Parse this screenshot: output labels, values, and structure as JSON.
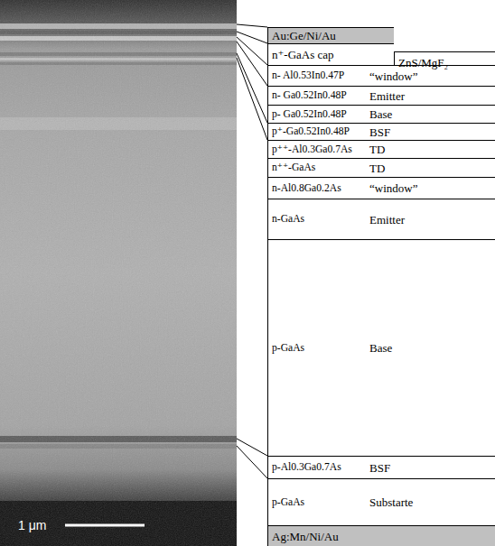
{
  "diagram": {
    "nodes": [
      {
        "text": [
          "Au:Ge/Ni/Au"
        ]
      },
      {
        "text": [
          "n⁺-GaAs cap"
        ]
      },
      {
        "text": [
          "ZnS/MgF₂"
        ]
      },
      {
        "text": [
          "n- Al0.53In0.47P",
          "“window”"
        ]
      },
      {
        "text": [
          "n- Ga0.52In0.48P",
          "Emitter"
        ]
      },
      {
        "text": [
          "p- Ga0.52In0.48P",
          "Base"
        ]
      },
      {
        "text": [
          "p⁺-Ga0.52In0.48P",
          "BSF"
        ]
      },
      {
        "text": [
          "p⁺⁺-Al0.3Ga0.7As",
          "TD"
        ]
      },
      {
        "text": [
          "n⁺⁺-GaAs",
          "TD"
        ]
      },
      {
        "text": [
          "n-Al0.8Ga0.2As",
          "“window”"
        ]
      },
      {
        "text": [
          "n-GaAs",
          "Emitter"
        ]
      },
      {
        "text": [
          "p-GaAs",
          "Base"
        ]
      },
      {
        "text": [
          "p-Al0.3Ga0.7As",
          "BSF"
        ]
      },
      {
        "text": [
          "p-GaAs",
          "Substarte"
        ]
      },
      {
        "text": [
          "Ag:Mn/Ni/Au"
        ]
      }
    ],
    "labels": [
      "1 μm"
    ]
  }
}
